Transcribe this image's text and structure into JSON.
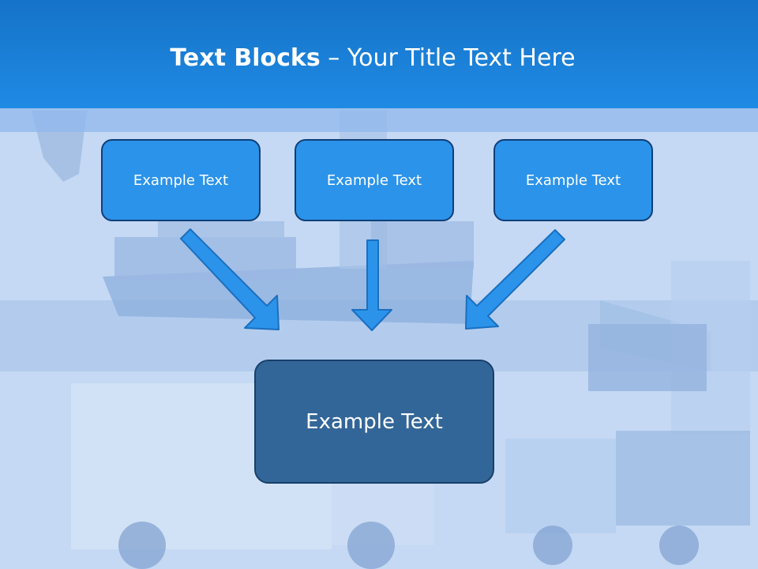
{
  "slide": {
    "title_bold": "Text Blocks",
    "title_dash": " – ",
    "title_rest": "Your Title Text Here"
  },
  "blocks": {
    "top": [
      "Example Text",
      "Example Text",
      "Example Text"
    ],
    "bottom": "Example Text"
  },
  "colors": {
    "header": "#1f8ae4",
    "box_fill": "#2b93ea",
    "box_border": "#0f3f78",
    "bottom_box_fill": "#336698",
    "arrow_fill": "#2b93ea",
    "background": "#c4d8f3"
  },
  "icons": [
    "arrow-down-right-icon",
    "arrow-down-icon",
    "arrow-down-left-icon"
  ]
}
